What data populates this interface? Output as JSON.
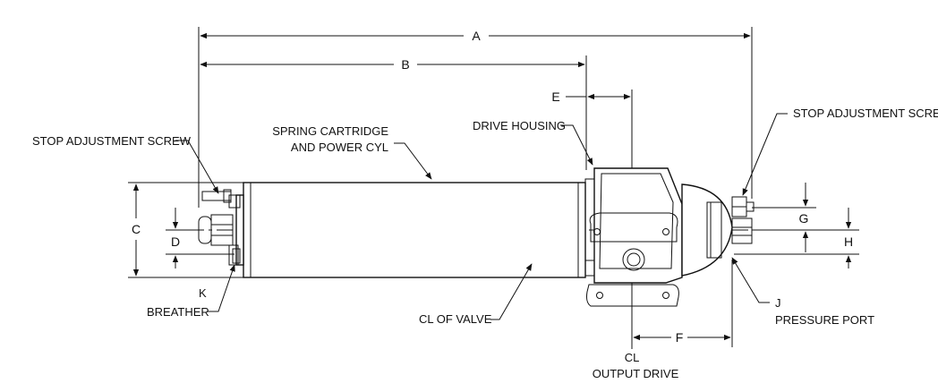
{
  "labels": {
    "stop_adj_left": "STOP ADJUSTMENT SCREW",
    "stop_adj_right": "STOP ADJUSTMENT SCREW",
    "spring_line1": "SPRING CARTRIDGE",
    "spring_line2": "AND POWER CYL",
    "drive_housing": "DRIVE HOUSING",
    "breather_letter": "K",
    "breather": "BREATHER",
    "cl_of_valve": "CL OF VALVE",
    "cl": "CL",
    "output_drive": "OUTPUT DRIVE",
    "pressure_port_letter": "J",
    "pressure_port": "PRESSURE PORT"
  },
  "dimensions": {
    "a": "A",
    "b": "B",
    "c": "C",
    "d": "D",
    "e": "E",
    "f": "F",
    "g": "G",
    "h": "H"
  }
}
